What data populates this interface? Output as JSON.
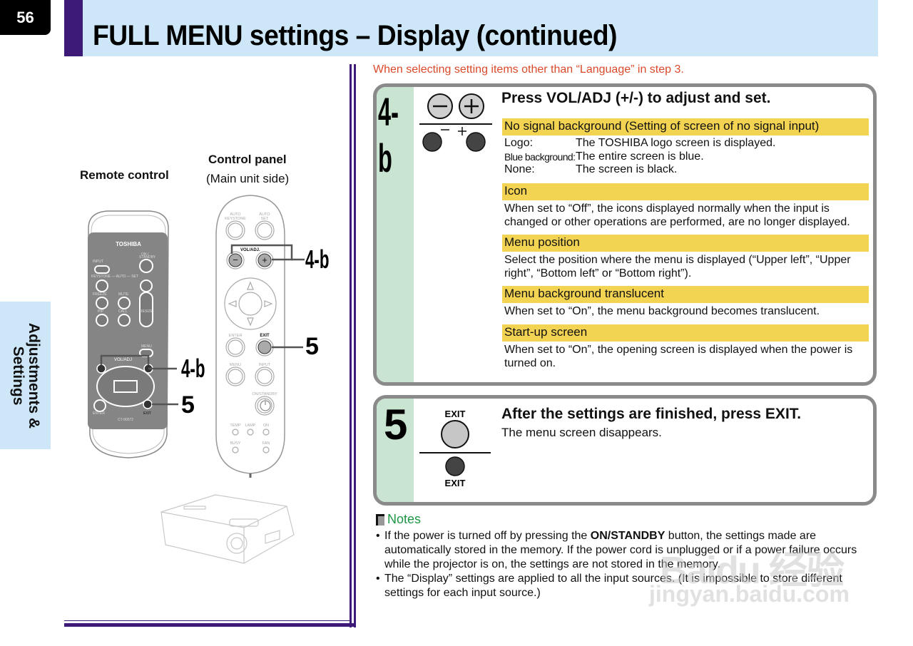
{
  "page": {
    "number": "56",
    "title": "FULL MENU settings – Display (continued)",
    "side_tab": [
      "Adjustments &",
      "Settings"
    ]
  },
  "figure": {
    "remote_label": "Remote control",
    "panel_label": "Control panel",
    "panel_sublabel": "(Main unit side)",
    "remote": {
      "brand": "TOSHIBA",
      "model": "CT-90072",
      "buttons": [
        "INPUT",
        "ON / STANDBY",
        "KEYSTONE",
        "AUTO",
        "SET",
        "FREEZE",
        "MUTE",
        "PIP",
        "CALL",
        "RESIZE",
        "MENU",
        "VOL/ADJ",
        "ENTER",
        "EXIT"
      ],
      "minus": "–",
      "plus": "+"
    },
    "panel": {
      "buttons": [
        "AUTO KEYSTONE",
        "AUTO SET",
        "VOL/ADJ.",
        "ENTER",
        "EXIT",
        "MENU",
        "INPUT",
        "ON/STANDBY"
      ],
      "indicators": [
        "TEMP",
        "LAMP",
        "ON",
        "BUSY",
        "FAN"
      ]
    },
    "callouts": {
      "step_4b": "4-b",
      "step_5": "5"
    }
  },
  "hint": "When selecting setting items other than “Language” in step 3.",
  "steps": [
    {
      "number": "4-b",
      "heading": "Press VOL/ADJ (+/-) to adjust and set.",
      "icon_labels": {
        "minus": "–",
        "plus": "+"
      },
      "items": [
        {
          "title": "No signal background (Setting of screen of no signal input)",
          "definitions": [
            {
              "term": "Logo:",
              "desc": "The TOSHIBA logo screen is displayed."
            },
            {
              "term": "Blue background:",
              "desc": "The entire screen is blue."
            },
            {
              "term": "None:",
              "desc": "The screen is black."
            }
          ]
        },
        {
          "title": "Icon",
          "text": "When set to “Off”, the icons displayed normally when the input is changed or other operations are performed, are no longer displayed."
        },
        {
          "title": "Menu position",
          "text": "Select the position where the menu is displayed (“Upper left”, “Upper right”, “Bottom left” or “Bottom right”)."
        },
        {
          "title": "Menu background translucent",
          "text": "When set to “On”, the menu background becomes translucent."
        },
        {
          "title": "Start-up screen",
          "text": "When set to “On”, the opening screen is displayed when the power is turned on."
        }
      ]
    },
    {
      "number": "5",
      "heading": "After the settings are finished, press EXIT.",
      "text": "The menu screen disappears.",
      "icon_labels": {
        "top": "EXIT",
        "bottom": "EXIT"
      }
    }
  ],
  "notes": {
    "title": "Notes",
    "items": [
      {
        "before": "If the power is turned off by pressing the ",
        "bold": "ON/STANDBY",
        "after": " button, the settings made are automatically stored in the memory. If the power cord is unplugged or if a power failure occurs while the projector is on, the settings are not stored in the memory."
      },
      {
        "before": "The “Display” settings are applied to all the input sources. (It is impossible to store different settings for each input source.)",
        "bold": "",
        "after": ""
      }
    ]
  },
  "watermark": {
    "line1": "Baidu 经验",
    "line2": "jingyan.baidu.com"
  },
  "colors": {
    "accent": "#3d1a78",
    "title_bg": "#cde7f8",
    "highlight": "#f3d352",
    "step_col": "#c9e4d0",
    "hint": "#d94a2a",
    "notes": "#1e9645"
  }
}
